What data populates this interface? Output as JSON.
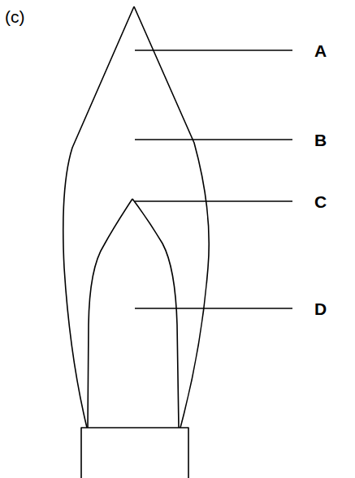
{
  "diagram": {
    "labels": [
      "(c)",
      "A",
      "B",
      "C",
      "D"
    ]
  }
}
